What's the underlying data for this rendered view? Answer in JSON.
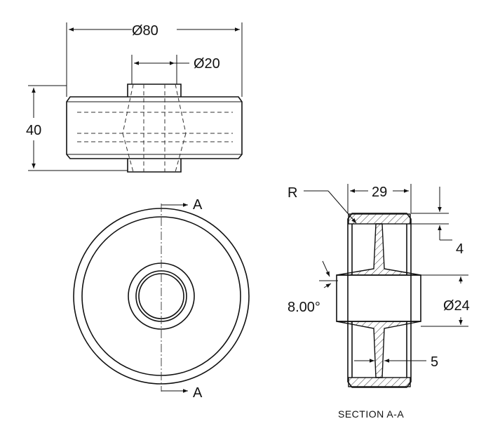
{
  "dimensions": {
    "outer_diameter": "Ø80",
    "hub_diameter": "Ø20",
    "height": "40",
    "radius": "R",
    "width": "29",
    "flange_thickness": "4",
    "taper_angle": "8.00°",
    "bore_diameter": "Ø24",
    "web_thickness": "5"
  },
  "section_marks": {
    "top": "A",
    "bottom": "A"
  },
  "caption": "SECTION A-A"
}
